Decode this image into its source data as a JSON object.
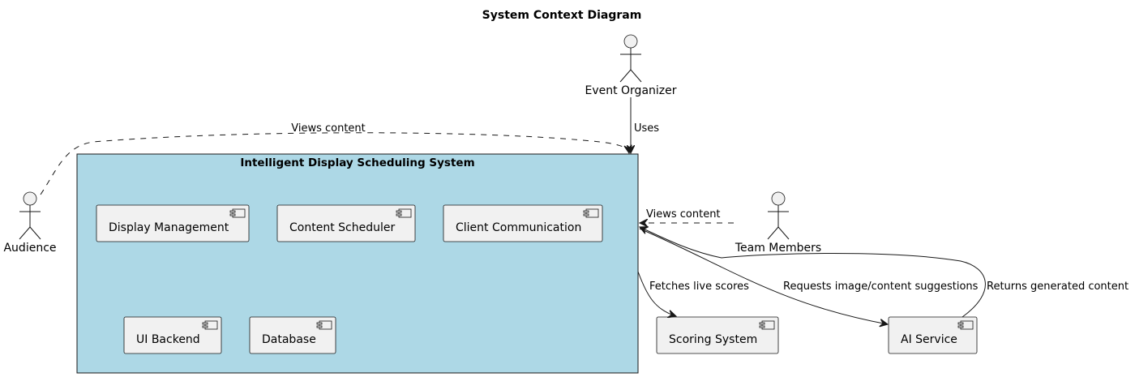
{
  "diagram": {
    "title": "System Context Diagram",
    "system": {
      "title": "Intelligent Display Scheduling System",
      "fill_color": "#ADD8E6",
      "components": [
        "Display Management",
        "Content Scheduler",
        "Client Communication",
        "UI Backend",
        "Database"
      ]
    },
    "external_components": {
      "scoring": "Scoring System",
      "ai": "AI Service"
    },
    "actors": {
      "organizer": "Event Organizer",
      "audience": "Audience",
      "team": "Team Members"
    },
    "relations": {
      "uses": "Uses",
      "audience_views": "Views content",
      "team_views": "Views content",
      "fetches": "Fetches live scores",
      "requests": "Requests image/content suggestions",
      "returns": "Returns generated content"
    }
  }
}
